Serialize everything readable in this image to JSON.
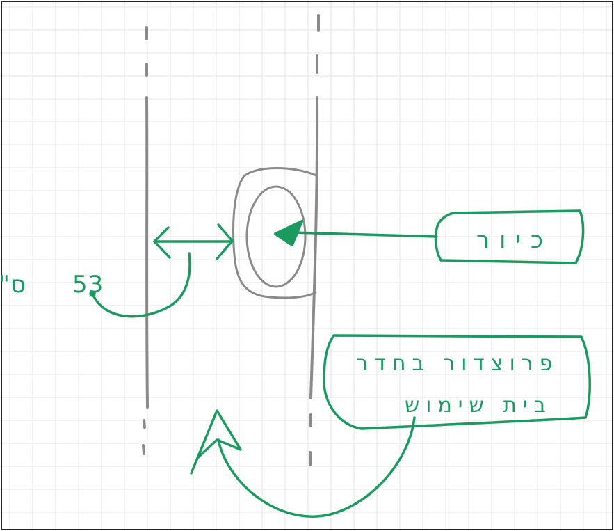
{
  "annotations": {
    "dimension": {
      "value": "53",
      "unit": "ס\"מ"
    },
    "sink_label": "כיור",
    "opening_label_line1": "פרוצדור בחדר",
    "opening_label_line2": "בית שימוש"
  },
  "colors": {
    "ink_green": "#1a9a5e",
    "pencil_gray": "#8a8a8a",
    "grid_line": "#e4e4e4",
    "frame": "#222222"
  }
}
